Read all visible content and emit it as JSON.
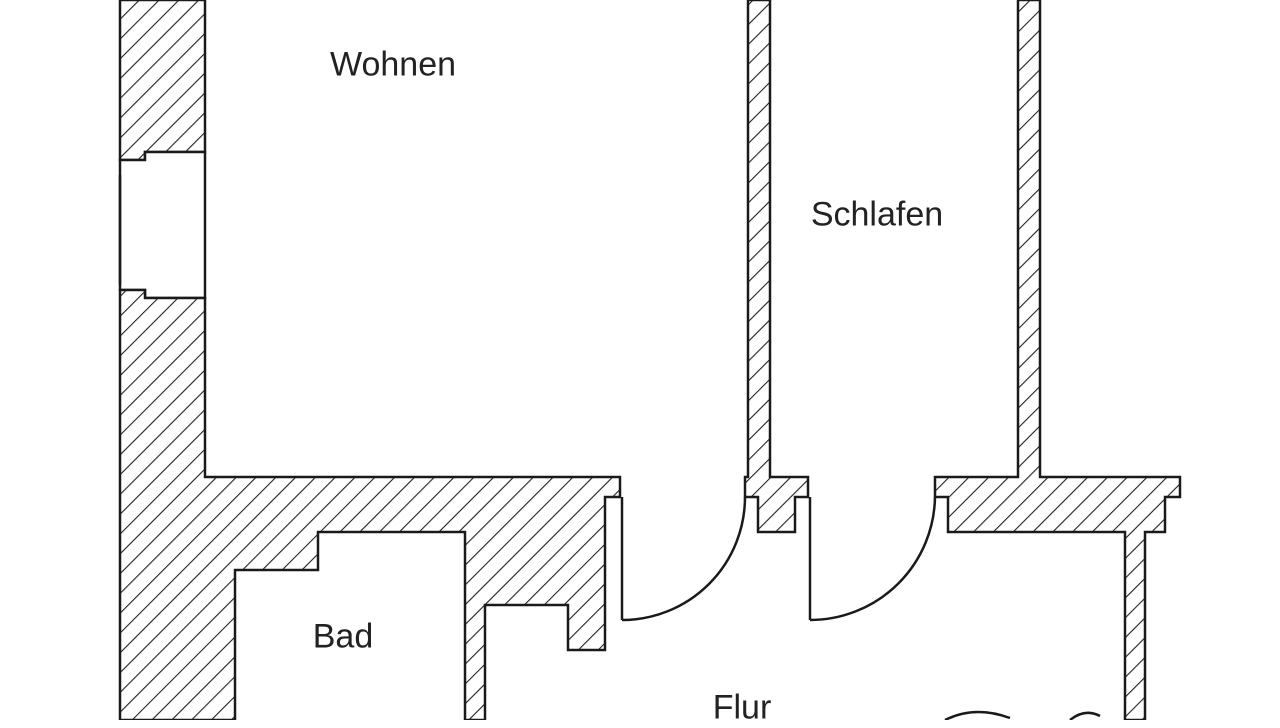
{
  "plan": {
    "rooms": {
      "wohnen": "Wohnen",
      "schlafen": "Schlafen",
      "bad": "Bad",
      "flur": "Flur"
    },
    "colors": {
      "line": "#1a1a1a",
      "background": "#ffffff"
    }
  }
}
